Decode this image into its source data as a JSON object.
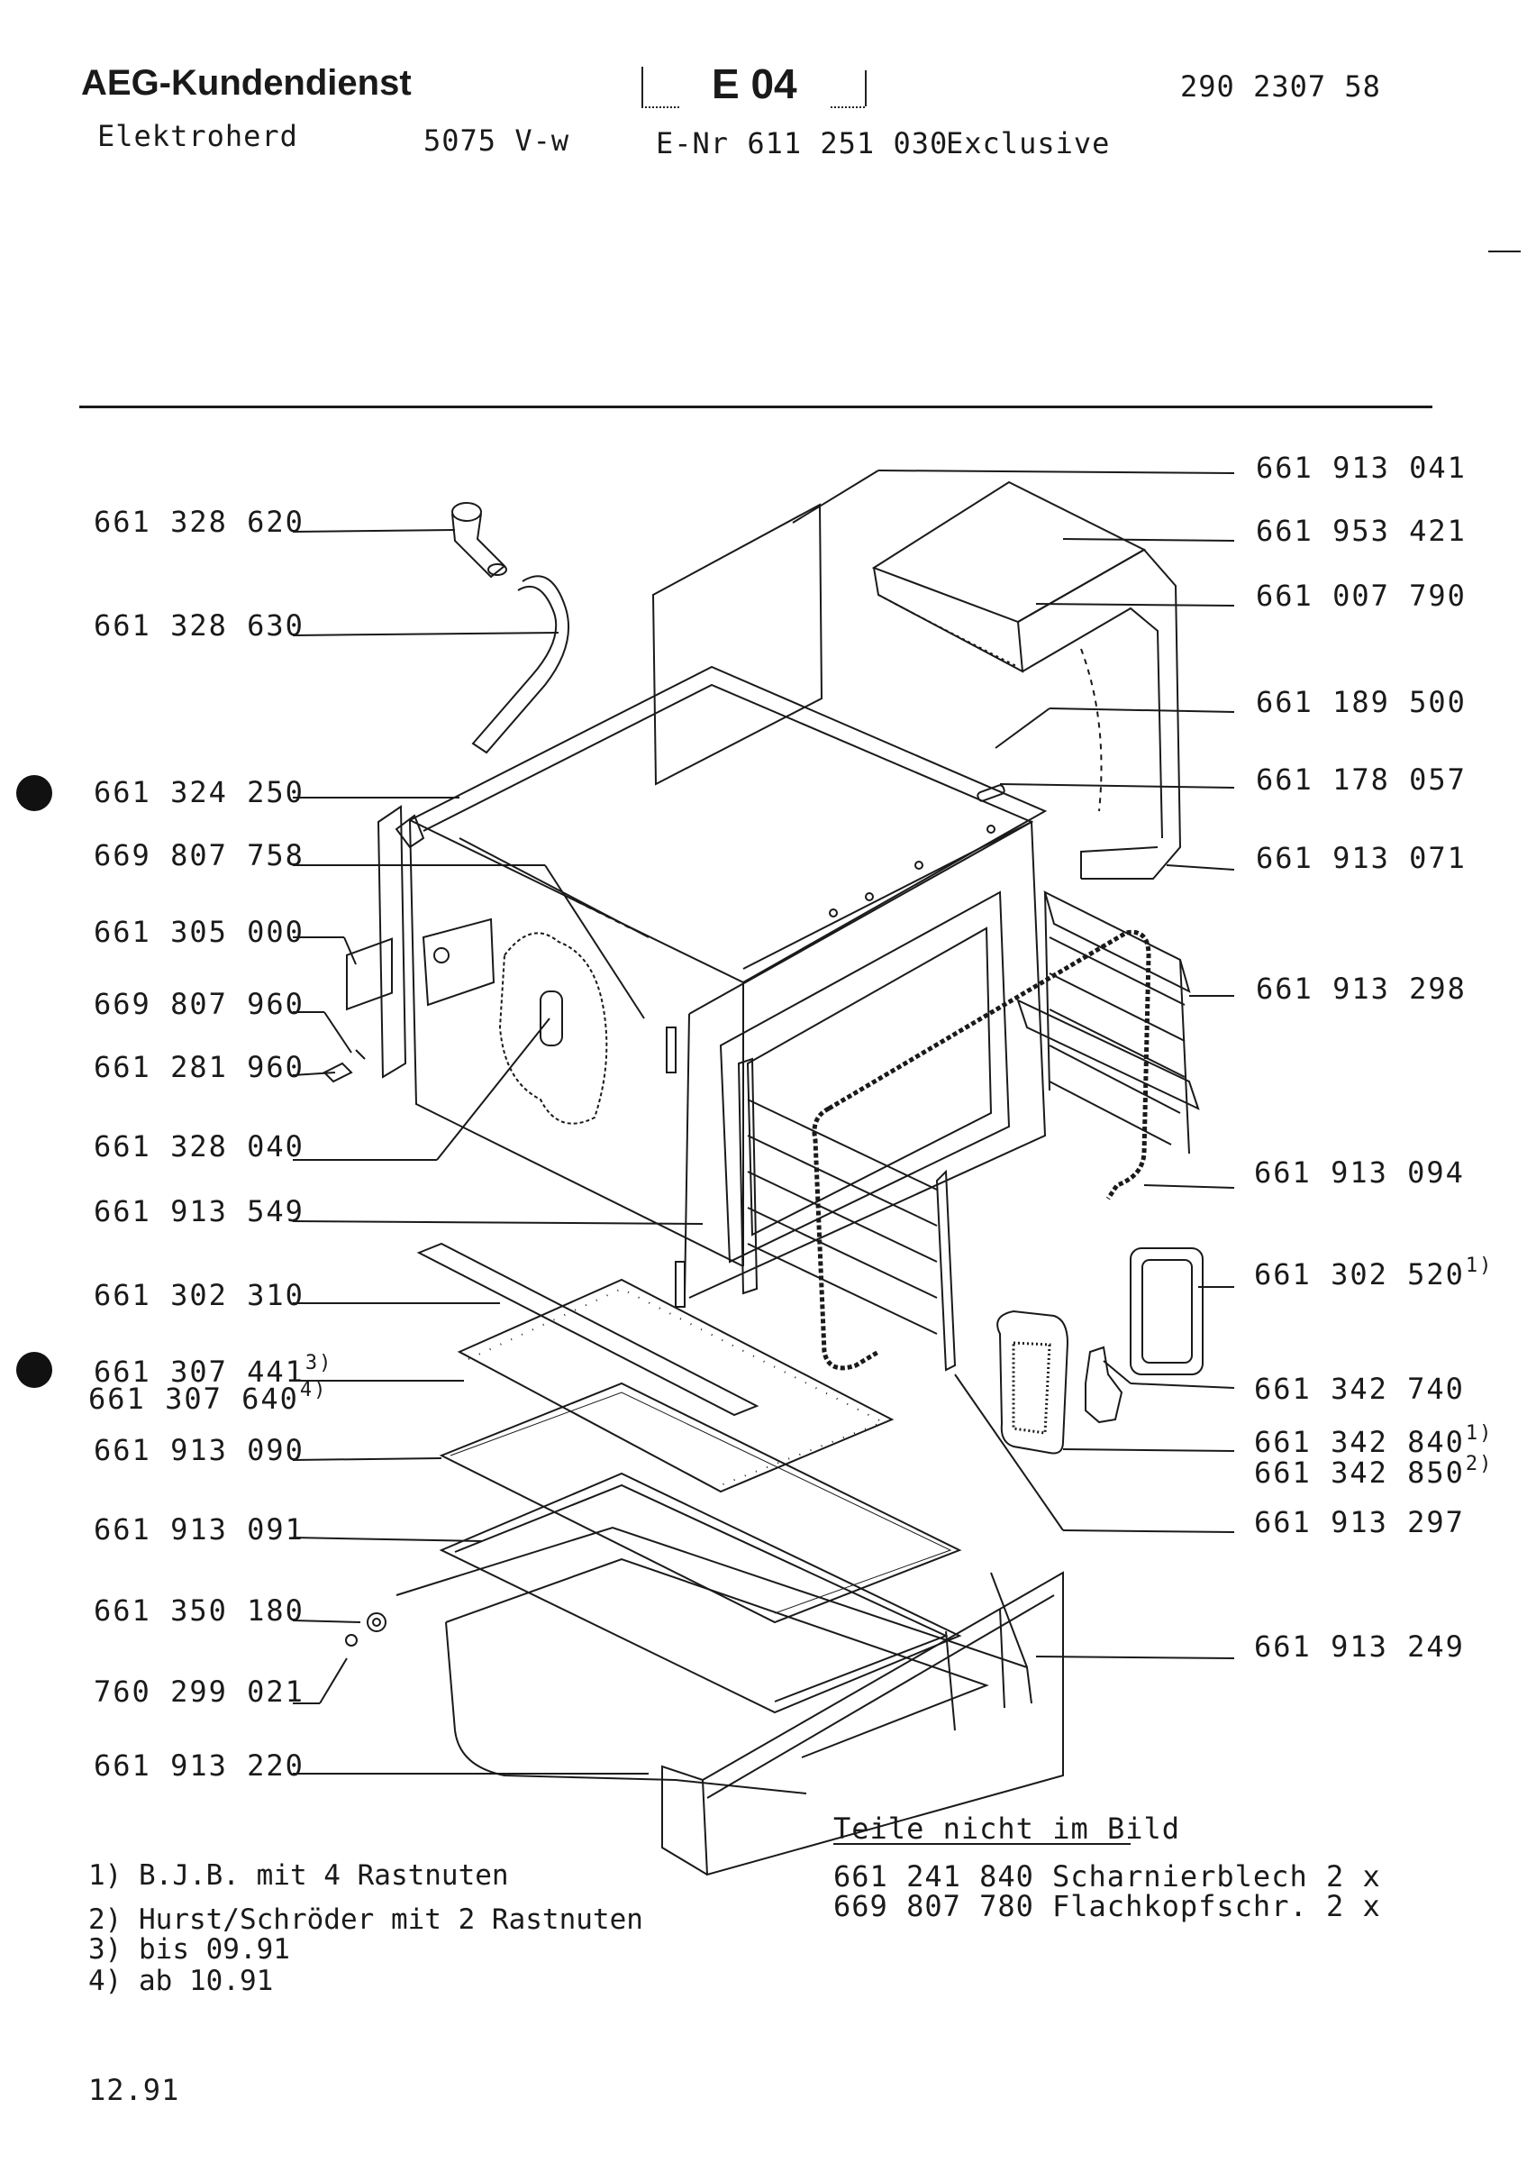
{
  "header": {
    "brand": "AEG-Kundendienst",
    "product": "Elektroherd",
    "model": "5075 V-w",
    "page_code": "E 04",
    "doc_number": "290 2307 58",
    "enr": "E-Nr 611 251 030",
    "variant": "Exclusive"
  },
  "parts_left": [
    {
      "number": "661 328 620"
    },
    {
      "number": "661 328 630"
    },
    {
      "number": "661 324 250"
    },
    {
      "number": "669 807 758"
    },
    {
      "number": "661 305 000"
    },
    {
      "number": "669 807 960"
    },
    {
      "number": "661 281 960"
    },
    {
      "number": "661 328 040"
    },
    {
      "number": "661 913 549"
    },
    {
      "number": "661 302 310"
    },
    {
      "number": "661 307 441",
      "note": "3)"
    },
    {
      "number": "661 307 640",
      "note": "4)"
    },
    {
      "number": "661 913 090"
    },
    {
      "number": "661 913 091"
    },
    {
      "number": "661 350 180"
    },
    {
      "number": "760 299 021"
    },
    {
      "number": "661 913 220"
    }
  ],
  "parts_right": [
    {
      "number": "661 913 041"
    },
    {
      "number": "661 953 421"
    },
    {
      "number": "661 007 790"
    },
    {
      "number": "661 189 500"
    },
    {
      "number": "661 178 057"
    },
    {
      "number": "661 913 071"
    },
    {
      "number": "661 913 298"
    },
    {
      "number": "661 913 094"
    },
    {
      "number": "661 302 520",
      "note": "1)"
    },
    {
      "number": "661 342 740"
    },
    {
      "number": "661 342 840",
      "note": "1)"
    },
    {
      "number": "661 342 850",
      "note": "2)"
    },
    {
      "number": "661 913 297"
    },
    {
      "number": "661 913 249"
    }
  ],
  "not_pictured": {
    "title": "Teile nicht im Bild",
    "items": [
      {
        "number": "661 241 840",
        "desc": "Scharnierblech 2 x"
      },
      {
        "number": "669 807 780",
        "desc": "Flachkopfschr. 2 x"
      }
    ]
  },
  "footnotes": [
    "1) B.J.B. mit 4 Rastnuten",
    "2) Hurst/Schröder mit 2 Rastnuten",
    "3) bis 09.91",
    "4) ab  10.91"
  ],
  "date": "12.91"
}
